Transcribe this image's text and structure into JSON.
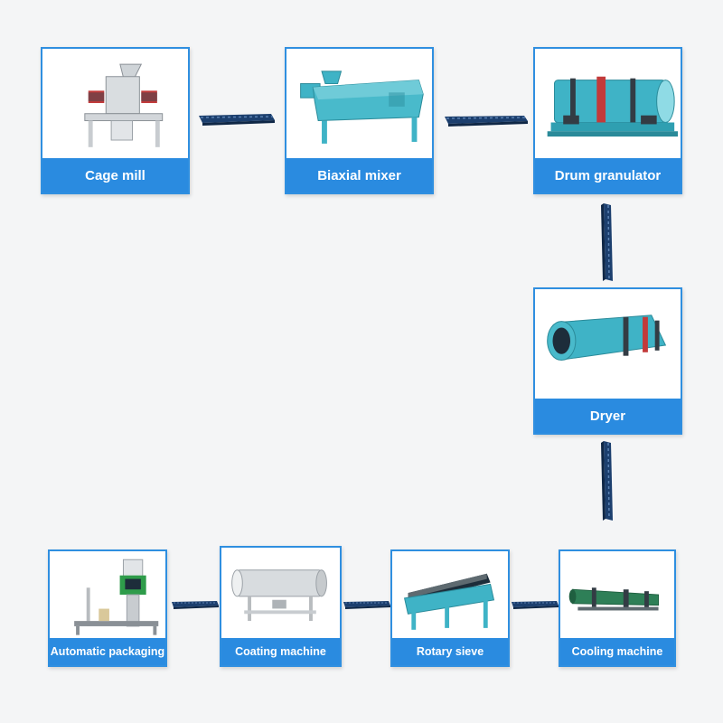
{
  "machines": [
    {
      "label": "Cage mill",
      "icon": "cage-mill-icon"
    },
    {
      "label": "Biaxial mixer",
      "icon": "biaxial-mixer-icon"
    },
    {
      "label": "Drum granulator",
      "icon": "drum-granulator-icon"
    },
    {
      "label": "Dryer",
      "icon": "dryer-icon"
    },
    {
      "label": "Cooling machine",
      "icon": "cooling-machine-icon"
    },
    {
      "label": "Rotary sieve",
      "icon": "rotary-sieve-icon"
    },
    {
      "label": "Coating machine",
      "icon": "coating-machine-icon"
    },
    {
      "label": "Automatic packaging",
      "icon": "automatic-packaging-icon"
    }
  ],
  "colors": {
    "card_border": "#2f8fe0",
    "label_bg": "#2a8be0",
    "label_text": "#ffffff",
    "machine_teal": "#3fb3c6",
    "machine_green": "#2e7f57",
    "conveyor_belt": "#1c3f6e",
    "background": "#f4f5f6"
  }
}
